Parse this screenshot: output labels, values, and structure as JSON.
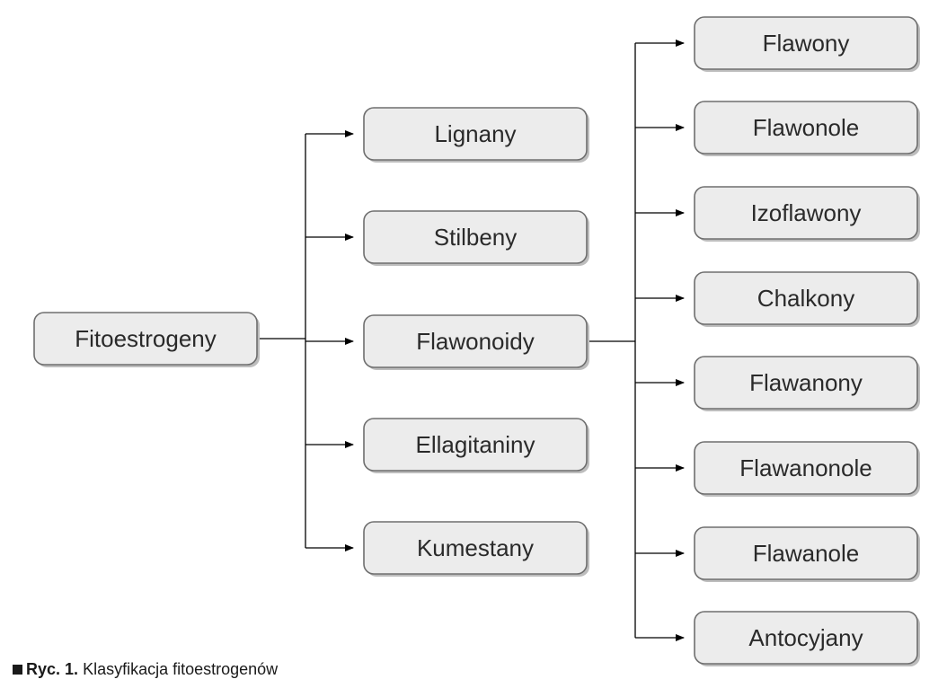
{
  "diagram": {
    "root": {
      "id": "fitoestrogeny",
      "label": "Fitoestrogeny"
    },
    "level1": [
      {
        "id": "lignany",
        "label": "Lignany"
      },
      {
        "id": "stilbeny",
        "label": "Stilbeny"
      },
      {
        "id": "flawonoidy",
        "label": "Flawonoidy"
      },
      {
        "id": "ellagitaniny",
        "label": "Ellagitaniny"
      },
      {
        "id": "kumestany",
        "label": "Kumestany"
      }
    ],
    "level2_parent": "flawonoidy",
    "level2": [
      {
        "id": "flawony",
        "label": "Flawony"
      },
      {
        "id": "flawonole",
        "label": "Flawonole"
      },
      {
        "id": "izoflawony",
        "label": "Izoflawony"
      },
      {
        "id": "chalkony",
        "label": "Chalkony"
      },
      {
        "id": "flawanony",
        "label": "Flawanony"
      },
      {
        "id": "flawanonole",
        "label": "Flawanonole"
      },
      {
        "id": "flawanole",
        "label": "Flawanole"
      },
      {
        "id": "antocyjany",
        "label": "Antocyjany"
      }
    ]
  },
  "caption": {
    "prefix": "Ryc. 1.",
    "text": "Klasyfikacja fitoestrogenów"
  },
  "colors": {
    "box_fill": "#ececec",
    "box_stroke": "#6e6e6e",
    "box_shadow": "#bdbdbd",
    "connector": "#000000",
    "text": "#2a2a2a"
  }
}
